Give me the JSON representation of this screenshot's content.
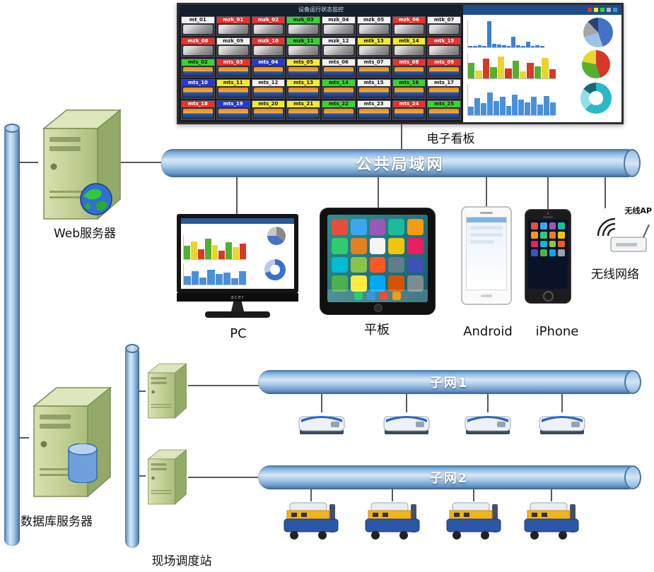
{
  "labels": {
    "dashboard": "电子看板",
    "lan": "公共局域网",
    "web_server": "Web服务器",
    "db_server": "数据库服务器",
    "dispatch": "现场调度站",
    "pc": "PC",
    "tablet": "平板",
    "android": "Android",
    "iphone": "iPhone",
    "wireless_net": "无线网络",
    "wireless_ap": "无线AP",
    "subnet1": "子网1",
    "subnet2": "子网2"
  },
  "monitor": {
    "title": "设备运行状态监控",
    "legend_colors": [
      "#e8322a",
      "#f2ea30",
      "#37d431",
      "#b8b8b8",
      "#4a90d9"
    ],
    "tiles": [
      {
        "label": "mt_01",
        "color": "white",
        "type": "machine"
      },
      {
        "label": "mzk_01",
        "color": "red",
        "type": "machine"
      },
      {
        "label": "mzk_02",
        "color": "red",
        "type": "machine"
      },
      {
        "label": "mzk_03",
        "color": "green",
        "type": "machine"
      },
      {
        "label": "mzk_04",
        "color": "white",
        "type": "machine"
      },
      {
        "label": "mzk_05",
        "color": "white",
        "type": "machine"
      },
      {
        "label": "mzk_06",
        "color": "red",
        "type": "machine"
      },
      {
        "label": "mtk_07",
        "color": "white",
        "type": "machine"
      },
      {
        "label": "mzk_08",
        "color": "red",
        "type": "machine"
      },
      {
        "label": "mzk_09",
        "color": "white",
        "type": "machine"
      },
      {
        "label": "mzk_10",
        "color": "red",
        "type": "machine"
      },
      {
        "label": "mzk_11",
        "color": "green",
        "type": "machine"
      },
      {
        "label": "mzk_12",
        "color": "white",
        "type": "machine"
      },
      {
        "label": "mtk_13",
        "color": "yellow",
        "type": "machine"
      },
      {
        "label": "mtk_14",
        "color": "yellow",
        "type": "machine"
      },
      {
        "label": "mtk_15",
        "color": "red",
        "type": "machine"
      },
      {
        "label": "mts_02",
        "color": "green",
        "type": "agv"
      },
      {
        "label": "mts_03",
        "color": "red",
        "type": "agv"
      },
      {
        "label": "mts_04",
        "color": "blue",
        "type": "agv"
      },
      {
        "label": "mts_05",
        "color": "yellow",
        "type": "agv"
      },
      {
        "label": "mts_06",
        "color": "white",
        "type": "agv"
      },
      {
        "label": "mts_07",
        "color": "white",
        "type": "agv"
      },
      {
        "label": "mts_08",
        "color": "red",
        "type": "agv"
      },
      {
        "label": "mts_09",
        "color": "red",
        "type": "agv"
      },
      {
        "label": "mts_10",
        "color": "blue",
        "type": "agv"
      },
      {
        "label": "mts_11",
        "color": "yellow",
        "type": "agv"
      },
      {
        "label": "mts_12",
        "color": "white",
        "type": "agv"
      },
      {
        "label": "mts_13",
        "color": "yellow",
        "type": "agv"
      },
      {
        "label": "mts_14",
        "color": "green",
        "type": "agv"
      },
      {
        "label": "mts_15",
        "color": "white",
        "type": "agv"
      },
      {
        "label": "mts_16",
        "color": "green",
        "type": "agv"
      },
      {
        "label": "mts_17",
        "color": "white",
        "type": "agv"
      },
      {
        "label": "mts_18",
        "color": "red",
        "type": "agv"
      },
      {
        "label": "mts_19",
        "color": "blue",
        "type": "agv"
      },
      {
        "label": "mts_20",
        "color": "yellow",
        "type": "agv"
      },
      {
        "label": "mts_21",
        "color": "yellow",
        "type": "agv"
      },
      {
        "label": "mts_22",
        "color": "green",
        "type": "agv"
      },
      {
        "label": "mts_23",
        "color": "white",
        "type": "agv"
      },
      {
        "label": "mts_24",
        "color": "red",
        "type": "agv"
      },
      {
        "label": "mts_25",
        "color": "green",
        "type": "agv"
      }
    ],
    "charts": {
      "spike": {
        "values": [
          6,
          5,
          8,
          6,
          97,
          14,
          10,
          7,
          6,
          40,
          8,
          6,
          22,
          5,
          7,
          6
        ],
        "colors": [
          "#3a7fd4"
        ]
      },
      "pie1": [
        {
          "color": "#4472c4",
          "value": 45
        },
        {
          "color": "#9dc3e6",
          "value": 25
        },
        {
          "color": "#a5a5a5",
          "value": 18
        },
        {
          "color": "#264478",
          "value": 12
        }
      ],
      "multi": {
        "values": [
          62,
          30,
          78,
          45,
          85,
          38,
          70,
          28,
          60,
          48,
          80,
          35
        ],
        "colors": [
          "#52b02e",
          "#e8d62e",
          "#d83828"
        ]
      },
      "pie2": [
        {
          "color": "#d83828",
          "value": 45
        },
        {
          "color": "#52b02e",
          "value": 33
        },
        {
          "color": "#e8d62e",
          "value": 22
        }
      ],
      "blue": {
        "values": [
          28,
          55,
          38,
          72,
          45,
          60,
          30,
          66,
          50,
          42,
          58,
          35,
          62,
          40
        ],
        "colors": [
          "#4a90d9"
        ]
      },
      "donut": [
        {
          "color": "#2ab8c8",
          "value": 62
        },
        {
          "color": "#8fe0ea",
          "value": 23
        },
        {
          "color": "#17697a",
          "value": 15
        }
      ]
    }
  },
  "pc": {
    "brand": "acer",
    "charts": {
      "multi": {
        "values": [
          55,
          75,
          40,
          85,
          60,
          35,
          70,
          50,
          65
        ],
        "colors": [
          "#52b02e",
          "#e8d62e",
          "#d83828"
        ]
      },
      "pie": [
        {
          "color": "#8a8a8a",
          "value": 35
        },
        {
          "color": "#4472c4",
          "value": 40
        },
        {
          "color": "#c8c8c8",
          "value": 25
        }
      ],
      "blue": {
        "values": [
          40,
          62,
          35,
          70,
          50,
          58,
          30,
          65
        ],
        "colors": [
          "#4a90d9"
        ]
      },
      "donut": [
        {
          "color": "#3a6fd0",
          "value": 70
        },
        {
          "color": "#b8cce8",
          "value": 30
        }
      ]
    }
  },
  "tablet": {
    "icons": [
      "#e84c3d",
      "#3aa8f0",
      "#9b59b6",
      "#1abc9c",
      "#f39c12",
      "#2ecc71",
      "#e67e22",
      "#f5f5f5",
      "#f1c40f",
      "#e91e63",
      "#00bcd4",
      "#8bc34a",
      "#ff5722",
      "#607d8b",
      "#3f51b5",
      "#4caf50",
      "#ffeb3b",
      "#03a9f4",
      "#d35400",
      "#7f8c8d"
    ],
    "dock": [
      "#2ecc71",
      "#3498db",
      "#e74c3c",
      "#f39c12"
    ]
  },
  "iphone": {
    "icons": [
      "#e84c3d",
      "#3aa8f0",
      "#9b59b6",
      "#1abc9c",
      "#f39c12",
      "#2ecc71",
      "#e67e22",
      "#f1c40f",
      "#e91e63",
      "#00bcd4",
      "#8bc34a",
      "#ff5722",
      "#3f51b5",
      "#4caf50",
      "#03a9f4",
      "#95a5a6"
    ]
  }
}
